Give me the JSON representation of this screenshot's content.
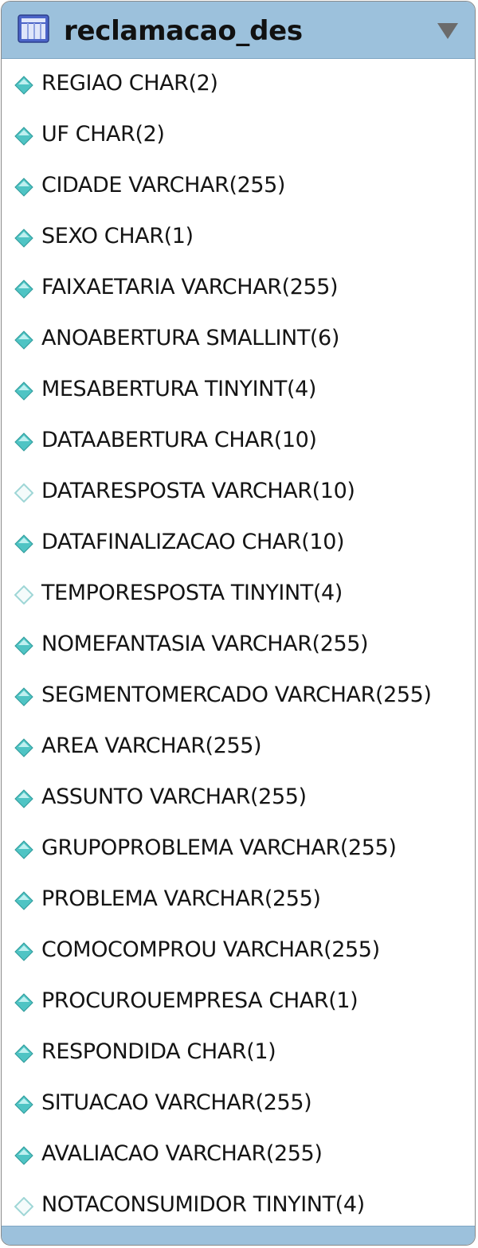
{
  "table": {
    "name": "reclamacao_des",
    "icon": "table-icon",
    "collapse_icon": "triangle-down-icon",
    "colors": {
      "header": "#9cc1dc",
      "diamond_filled": "#4fc4c4",
      "diamond_outline": "#9fd6d6"
    },
    "columns": [
      {
        "label": "REGIAO CHAR(2)",
        "icon": "diamond-filled-icon",
        "nullable": false
      },
      {
        "label": "UF CHAR(2)",
        "icon": "diamond-filled-icon",
        "nullable": false
      },
      {
        "label": "CIDADE VARCHAR(255)",
        "icon": "diamond-filled-icon",
        "nullable": false
      },
      {
        "label": "SEXO CHAR(1)",
        "icon": "diamond-filled-icon",
        "nullable": false
      },
      {
        "label": "FAIXAETARIA VARCHAR(255)",
        "icon": "diamond-filled-icon",
        "nullable": false
      },
      {
        "label": "ANOABERTURA SMALLINT(6)",
        "icon": "diamond-filled-icon",
        "nullable": false
      },
      {
        "label": "MESABERTURA TINYINT(4)",
        "icon": "diamond-filled-icon",
        "nullable": false
      },
      {
        "label": "DATAABERTURA CHAR(10)",
        "icon": "diamond-filled-icon",
        "nullable": false
      },
      {
        "label": "DATARESPOSTA VARCHAR(10)",
        "icon": "diamond-outline-icon",
        "nullable": true
      },
      {
        "label": "DATAFINALIZACAO CHAR(10)",
        "icon": "diamond-filled-icon",
        "nullable": false
      },
      {
        "label": "TEMPORESPOSTA TINYINT(4)",
        "icon": "diamond-outline-icon",
        "nullable": true
      },
      {
        "label": "NOMEFANTASIA VARCHAR(255)",
        "icon": "diamond-filled-icon",
        "nullable": false
      },
      {
        "label": "SEGMENTOMERCADO VARCHAR(255)",
        "icon": "diamond-filled-icon",
        "nullable": false
      },
      {
        "label": "AREA VARCHAR(255)",
        "icon": "diamond-filled-icon",
        "nullable": false
      },
      {
        "label": "ASSUNTO VARCHAR(255)",
        "icon": "diamond-filled-icon",
        "nullable": false
      },
      {
        "label": "GRUPOPROBLEMA VARCHAR(255)",
        "icon": "diamond-filled-icon",
        "nullable": false
      },
      {
        "label": "PROBLEMA VARCHAR(255)",
        "icon": "diamond-filled-icon",
        "nullable": false
      },
      {
        "label": "COMOCOMPROU VARCHAR(255)",
        "icon": "diamond-filled-icon",
        "nullable": false
      },
      {
        "label": "PROCUROUEMPRESA CHAR(1)",
        "icon": "diamond-filled-icon",
        "nullable": false
      },
      {
        "label": "RESPONDIDA CHAR(1)",
        "icon": "diamond-filled-icon",
        "nullable": false
      },
      {
        "label": "SITUACAO VARCHAR(255)",
        "icon": "diamond-filled-icon",
        "nullable": false
      },
      {
        "label": "AVALIACAO VARCHAR(255)",
        "icon": "diamond-filled-icon",
        "nullable": false
      },
      {
        "label": "NOTACONSUMIDOR TINYINT(4)",
        "icon": "diamond-outline-icon",
        "nullable": true
      }
    ]
  }
}
